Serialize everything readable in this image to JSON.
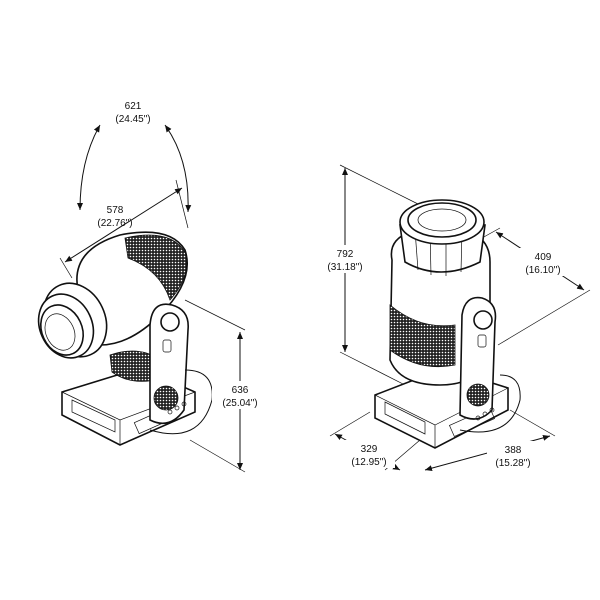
{
  "left_view": {
    "dimensions": [
      {
        "id": "swing",
        "mm": "621",
        "inch": "(24.45\")"
      },
      {
        "id": "head_length",
        "mm": "578",
        "inch": "(22.76\")"
      },
      {
        "id": "height",
        "mm": "636",
        "inch": "(25.04\")"
      }
    ]
  },
  "right_view": {
    "dimensions": [
      {
        "id": "height",
        "mm": "792",
        "inch": "(31.18\")"
      },
      {
        "id": "depth",
        "mm": "409",
        "inch": "(16.10\")"
      },
      {
        "id": "base_width",
        "mm": "329",
        "inch": "(12.95\")"
      },
      {
        "id": "base_length",
        "mm": "388",
        "inch": "(15.28\")"
      }
    ]
  }
}
